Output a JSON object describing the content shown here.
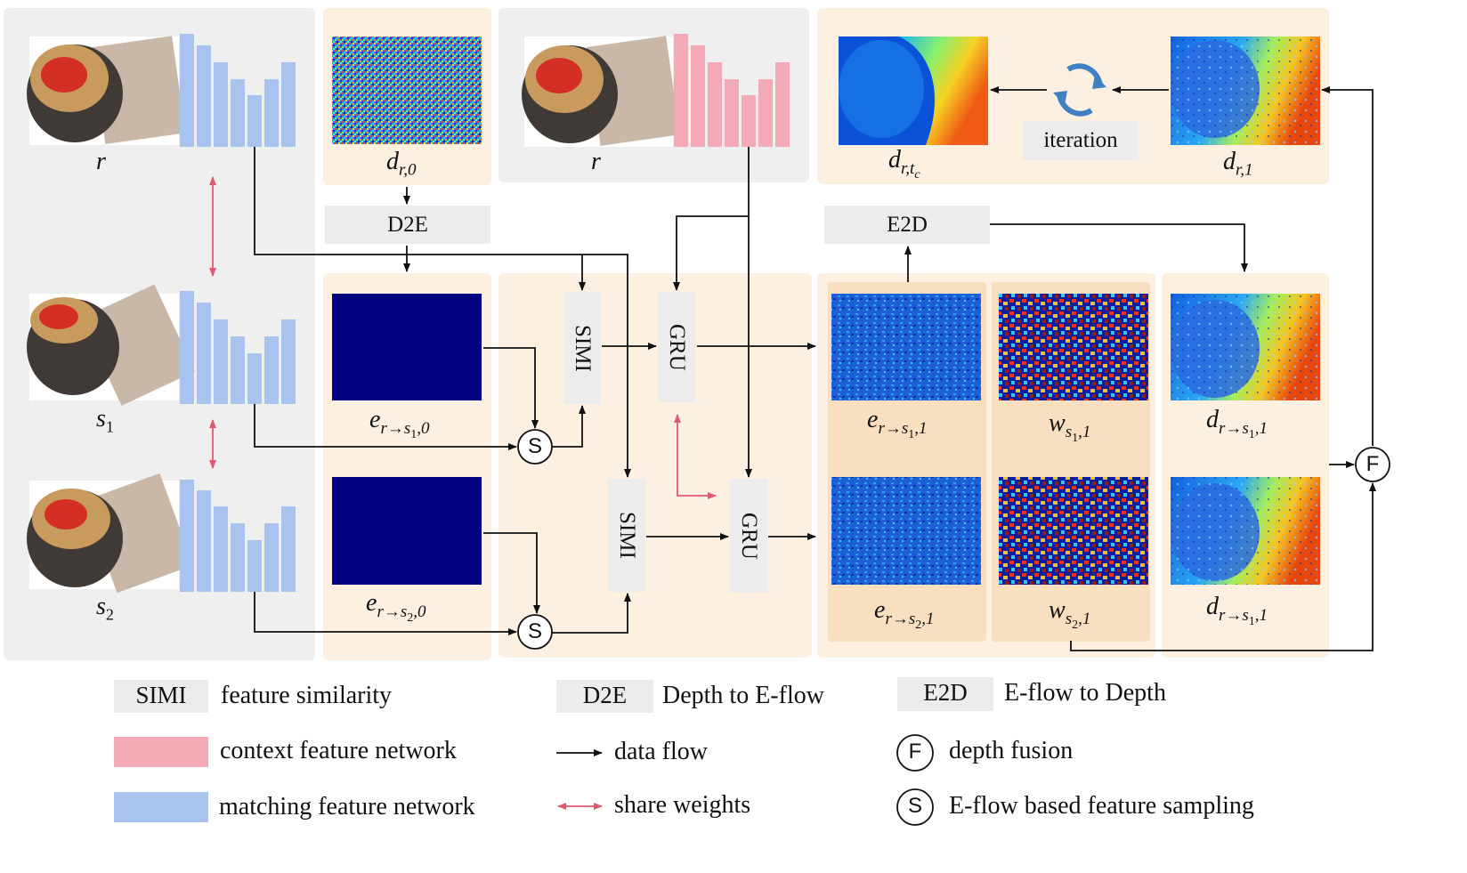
{
  "colors": {
    "panel_gray": "#efefef",
    "panel_peach": "#fdf0e0",
    "panel_peach_dark": "#f8dfbf",
    "op_box": "#ececec",
    "context_bar": "#f4aab6",
    "matching_bar": "#a8c4ee",
    "error_init": "#000080",
    "share_arrow": "#e0596e",
    "line": "#111111"
  },
  "diagram": {
    "image_labels": {
      "r_top_left": {
        "base": "r"
      },
      "s1": {
        "base": "s",
        "sub": "1"
      },
      "s2": {
        "base": "s",
        "sub": "2"
      },
      "r_top_mid": {
        "base": "r"
      },
      "d_r0": {
        "base": "d",
        "sub": "r,0"
      },
      "d_rtc": {
        "base": "d",
        "sub": "r,t",
        "subsub": "c"
      },
      "d_r1": {
        "base": "d",
        "sub": "r,1"
      },
      "e_rs1_0": {
        "base": "e",
        "sub_a": "r→s",
        "sub_b": "1",
        "sub_c": ",0"
      },
      "e_rs2_0": {
        "base": "e",
        "sub_a": "r→s",
        "sub_b": "2",
        "sub_c": ",0"
      },
      "e_rs1_1": {
        "base": "e",
        "sub_a": "r→s",
        "sub_b": "1",
        "sub_c": ",1"
      },
      "e_rs2_1": {
        "base": "e",
        "sub_a": "r→s",
        "sub_b": "2",
        "sub_c": ",1"
      },
      "w_s1_1": {
        "base": "w",
        "sub_a": "s",
        "sub_b": "1",
        "sub_c": ",1"
      },
      "w_s2_1": {
        "base": "w",
        "sub_a": "s",
        "sub_b": "2",
        "sub_c": ",1"
      },
      "d_rs1_1_top": {
        "base": "d",
        "sub_a": "r→s",
        "sub_b": "1",
        "sub_c": ",1"
      },
      "d_rs1_1_bottom": {
        "base": "d",
        "sub_a": "r→s",
        "sub_b": "1",
        "sub_c": ",1"
      }
    },
    "ops": {
      "d2e": "D2E",
      "e2d": "E2D",
      "simi": "SIMI",
      "gru": "GRU",
      "iteration": "iteration",
      "sampling": "S",
      "fusion": "F"
    }
  },
  "legend": {
    "simi_tag": "SIMI",
    "simi_text": "feature similarity",
    "d2e_tag": "D2E",
    "d2e_text": "Depth to E-flow",
    "e2d_tag": "E2D",
    "e2d_text": "E-flow to Depth",
    "context_text": "context feature network",
    "data_flow_text": "data flow",
    "fusion_symbol": "F",
    "fusion_text": "depth fusion",
    "matching_text": "matching feature network",
    "share_text": "share weights",
    "sampling_symbol": "S",
    "sampling_text": "E-flow based feature sampling"
  }
}
